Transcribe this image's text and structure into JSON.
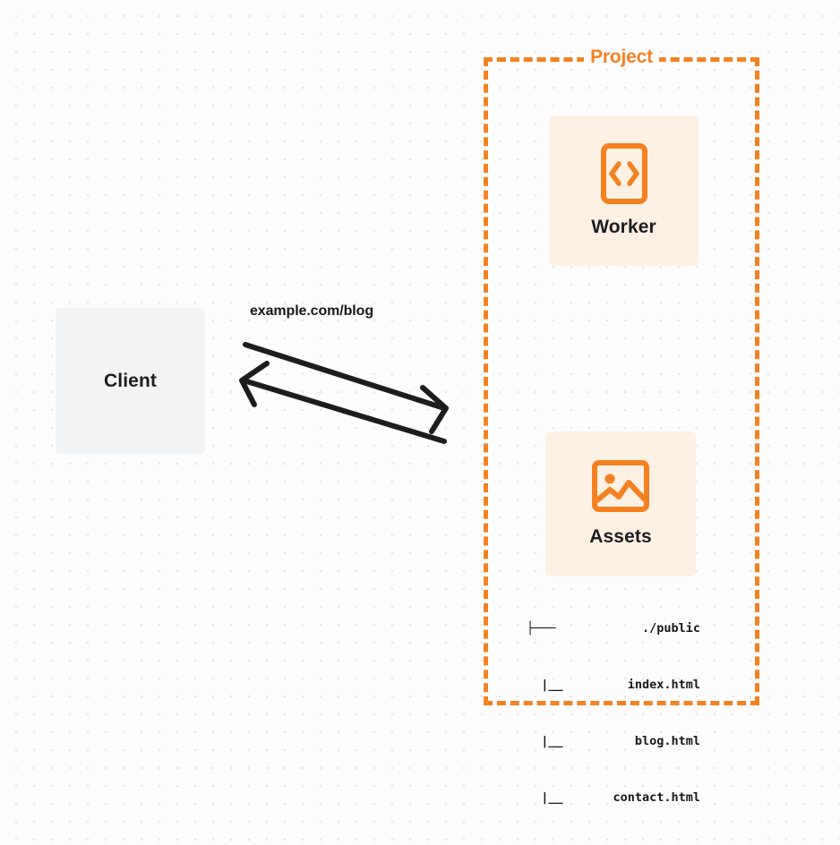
{
  "diagram": {
    "title": "Project",
    "background": {
      "dot_grid": true,
      "dot_color": "#e8e8ea",
      "page_color": "#fdfdfd"
    },
    "colors": {
      "accent_orange": "#f48120",
      "card_background": "#fdf1e4",
      "client_background": "#f2f3f5",
      "text_dark": "#1d1d1f",
      "arrow_stroke": "#1d1d1f"
    }
  },
  "client": {
    "label": "Client"
  },
  "connection": {
    "label": "example.com/blog",
    "request_direction": "right",
    "response_direction": "left",
    "arrow_count": 2
  },
  "project": {
    "label": "Project",
    "nodes": [
      {
        "id": "worker",
        "label": "Worker",
        "icon": "code-brackets-icon"
      },
      {
        "id": "assets",
        "label": "Assets",
        "icon": "image-icon"
      }
    ]
  },
  "file_tree": {
    "rows": [
      {
        "branch": "├───",
        "name": "./public"
      },
      {
        "branch": "  |__",
        "name": "index.html"
      },
      {
        "branch": "  |__",
        "name": "blog.html"
      },
      {
        "branch": "  |__",
        "name": "contact.html"
      }
    ]
  }
}
